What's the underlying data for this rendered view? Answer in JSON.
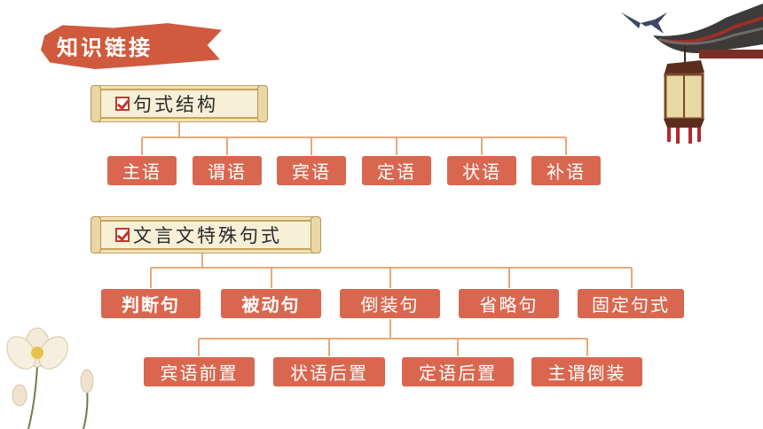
{
  "title": "知识链接",
  "sections": [
    {
      "label": "句式结构",
      "children": [
        "主语",
        "谓语",
        "宾语",
        "定语",
        "状语",
        "补语"
      ]
    },
    {
      "label": "文言文特殊句式",
      "children": [
        "判断句",
        "被动句",
        "倒装句",
        "省略句",
        "固定句式"
      ],
      "bold_children": [
        "判断句",
        "被动句"
      ],
      "sub_parent": "倒装句",
      "sub_children": [
        "宾语前置",
        "状语后置",
        "定语后置",
        "主谓倒装"
      ]
    }
  ],
  "colors": {
    "box": "#d9674f",
    "connector": "#e9a878",
    "title_brush": "#d05a3e",
    "check": "#c0392b"
  },
  "decorations": [
    "swallow-icon",
    "eave-icon",
    "lantern-icon",
    "lotus-icon"
  ]
}
